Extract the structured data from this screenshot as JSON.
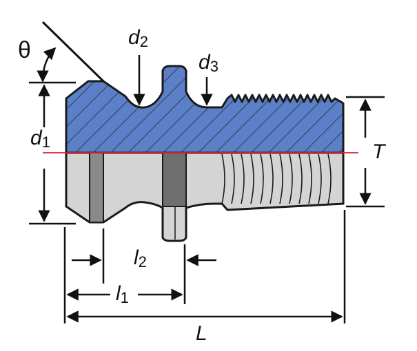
{
  "labels": {
    "theta": "θ",
    "d2": {
      "main": "d",
      "sub": "2"
    },
    "d3": {
      "main": "d",
      "sub": "3"
    },
    "d1": {
      "main": "d",
      "sub": "1"
    },
    "T": "T",
    "l2": {
      "main": "l",
      "sub": "2"
    },
    "l1": {
      "main": "l",
      "sub": "1"
    },
    "L": "L"
  },
  "colors": {
    "section_fill": "#5b80c8",
    "body_fill": "#d4d4d4",
    "groove_dark": "#6f6f6f",
    "outline": "#1a1a1a",
    "centerline": "#e0202a"
  }
}
